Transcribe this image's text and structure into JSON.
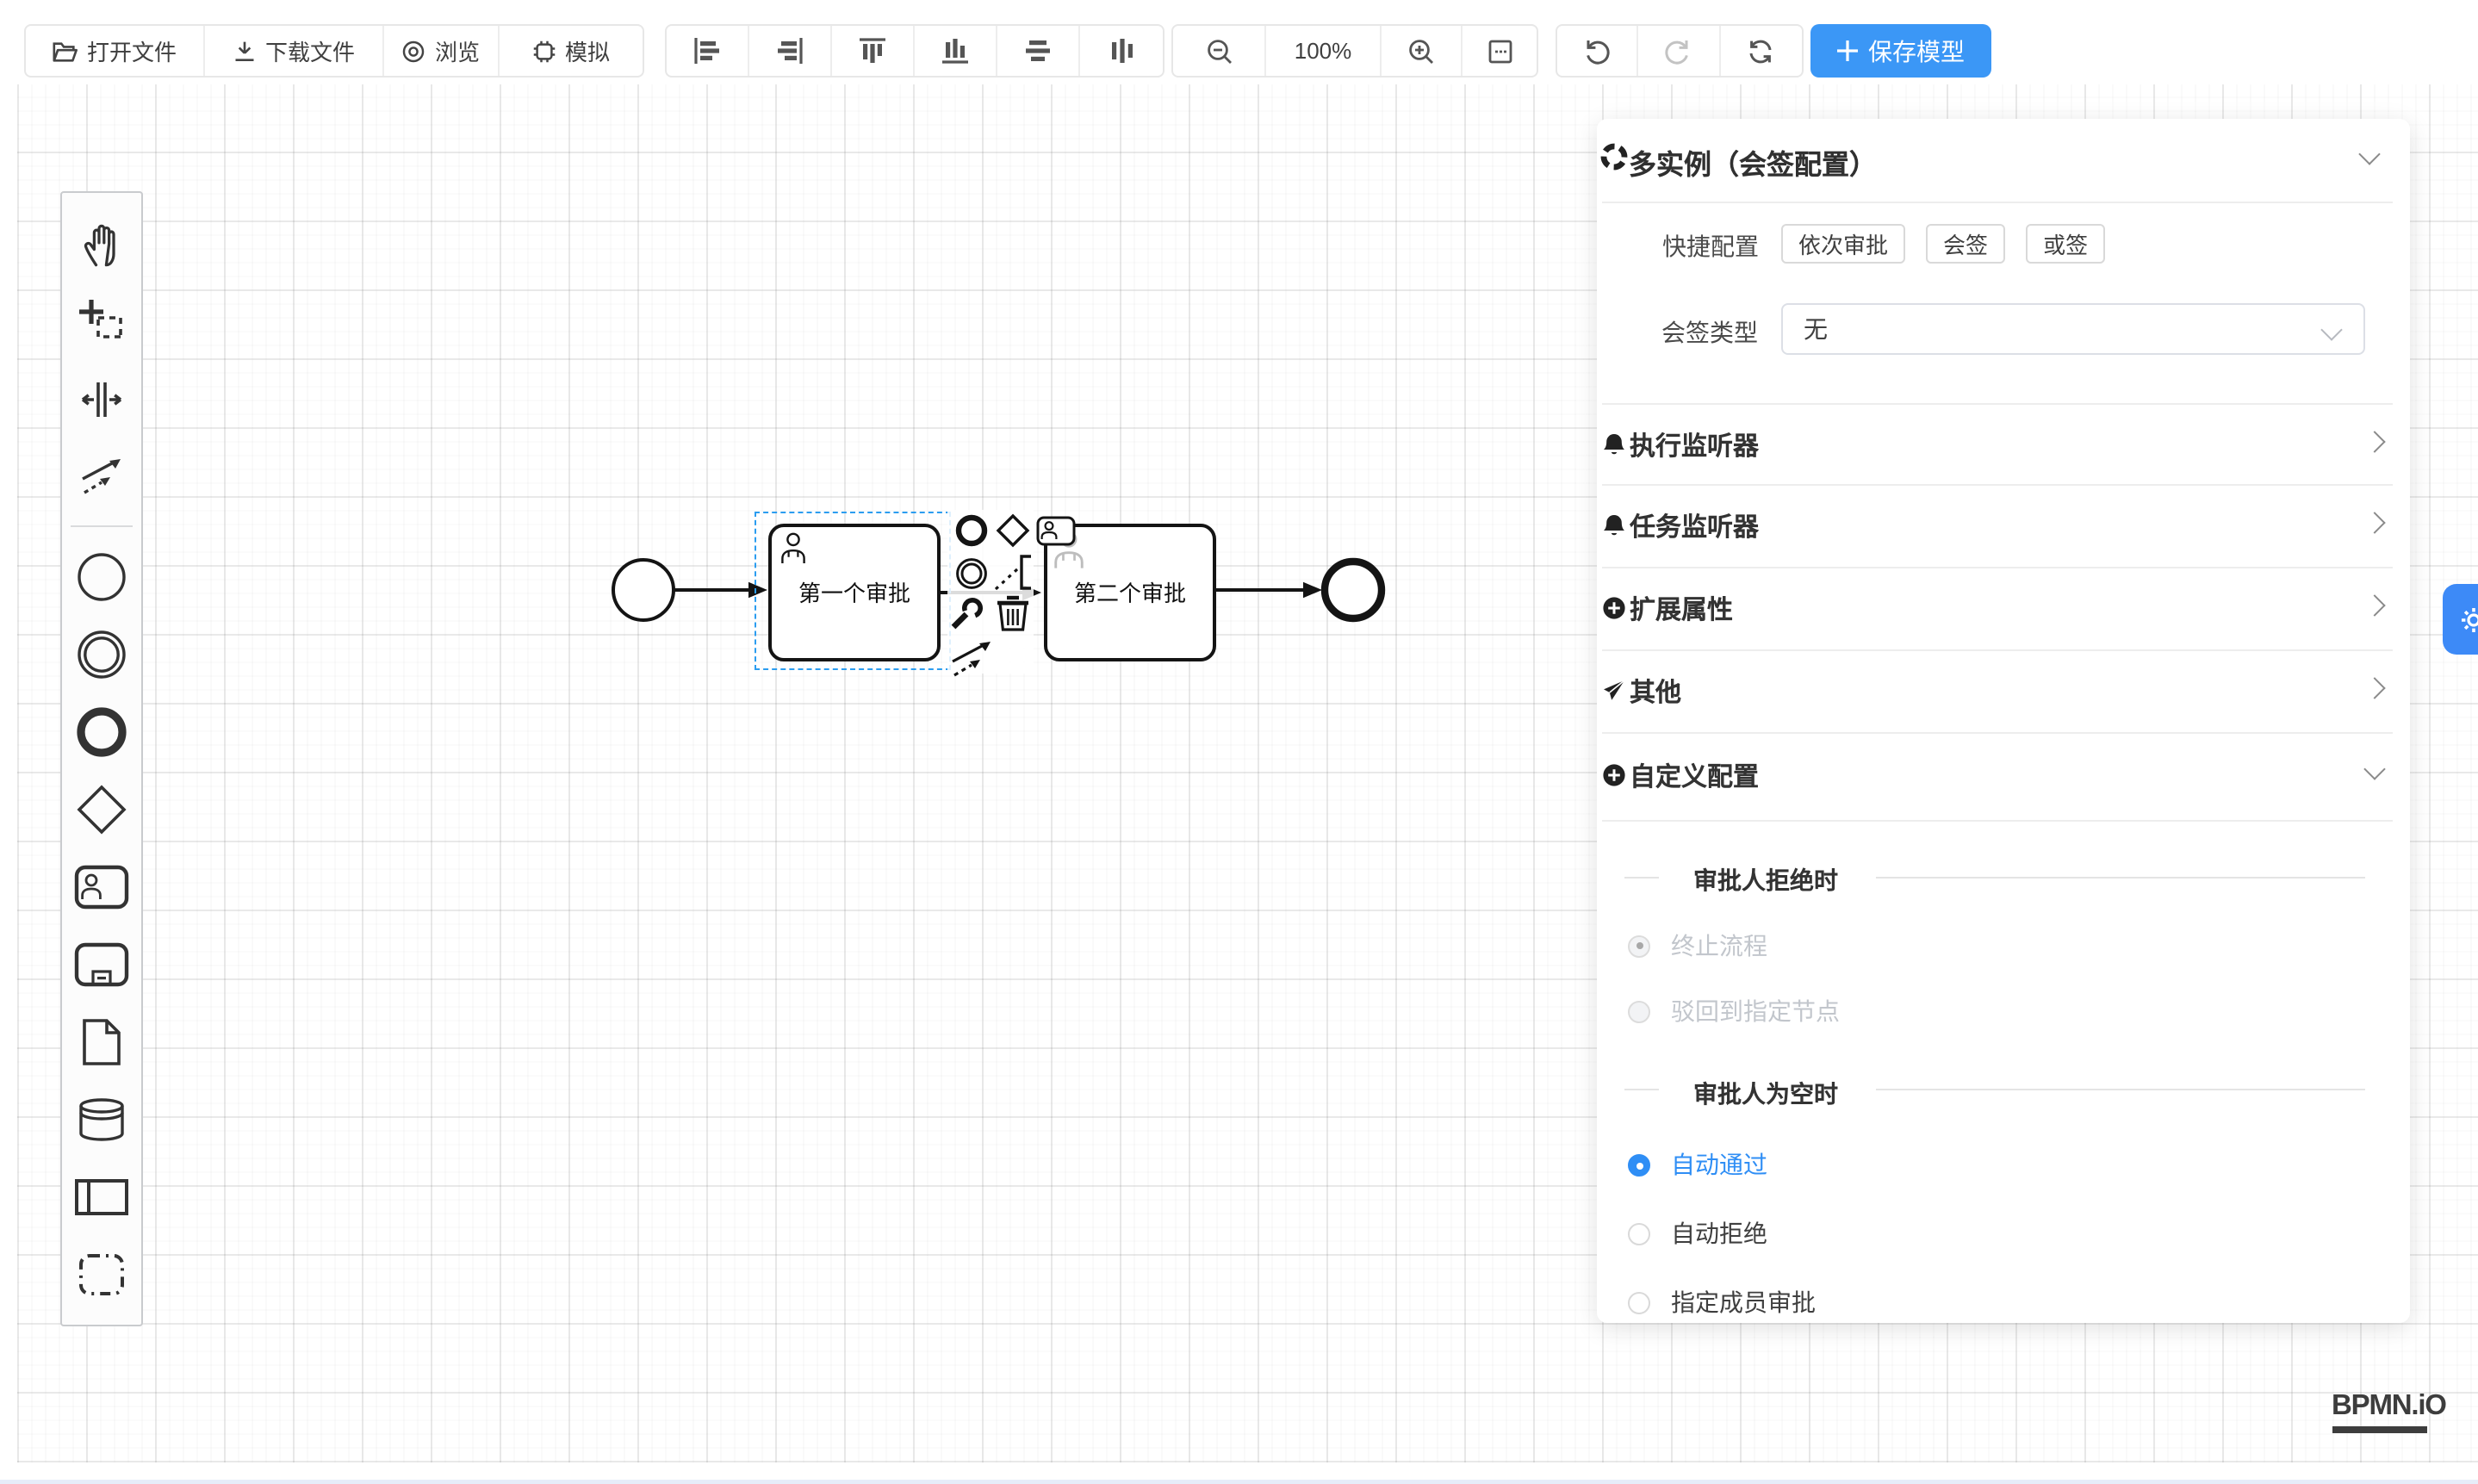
{
  "toolbar": {
    "open_file": "打开文件",
    "download_file": "下载文件",
    "preview": "浏览",
    "simulate": "模拟",
    "zoom_level": "100%",
    "save_model": "保存模型"
  },
  "canvas": {
    "task1_label": "第一个审批",
    "task2_label": "第二个审批",
    "logo": "BPMN.iO"
  },
  "panel": {
    "title": "多实例（会签配置）",
    "quick_config_label": "快捷配置",
    "quick_buttons": [
      "依次审批",
      "会签",
      "或签"
    ],
    "sign_type_label": "会签类型",
    "sign_type_value": "无",
    "sections": [
      "执行监听器",
      "任务监听器",
      "扩展属性",
      "其他",
      "自定义配置"
    ],
    "reject_heading": "审批人拒绝时",
    "reject_options": [
      {
        "label": "终止流程",
        "selected": true,
        "disabled": true
      },
      {
        "label": "驳回到指定节点",
        "selected": false,
        "disabled": true
      }
    ],
    "empty_heading": "审批人为空时",
    "empty_options": [
      {
        "label": "自动通过",
        "selected": true
      },
      {
        "label": "自动拒绝",
        "selected": false
      },
      {
        "label": "指定成员审批",
        "selected": false
      }
    ]
  },
  "colors": {
    "accent": "#3b97f6",
    "selection": "#2b9df0"
  }
}
